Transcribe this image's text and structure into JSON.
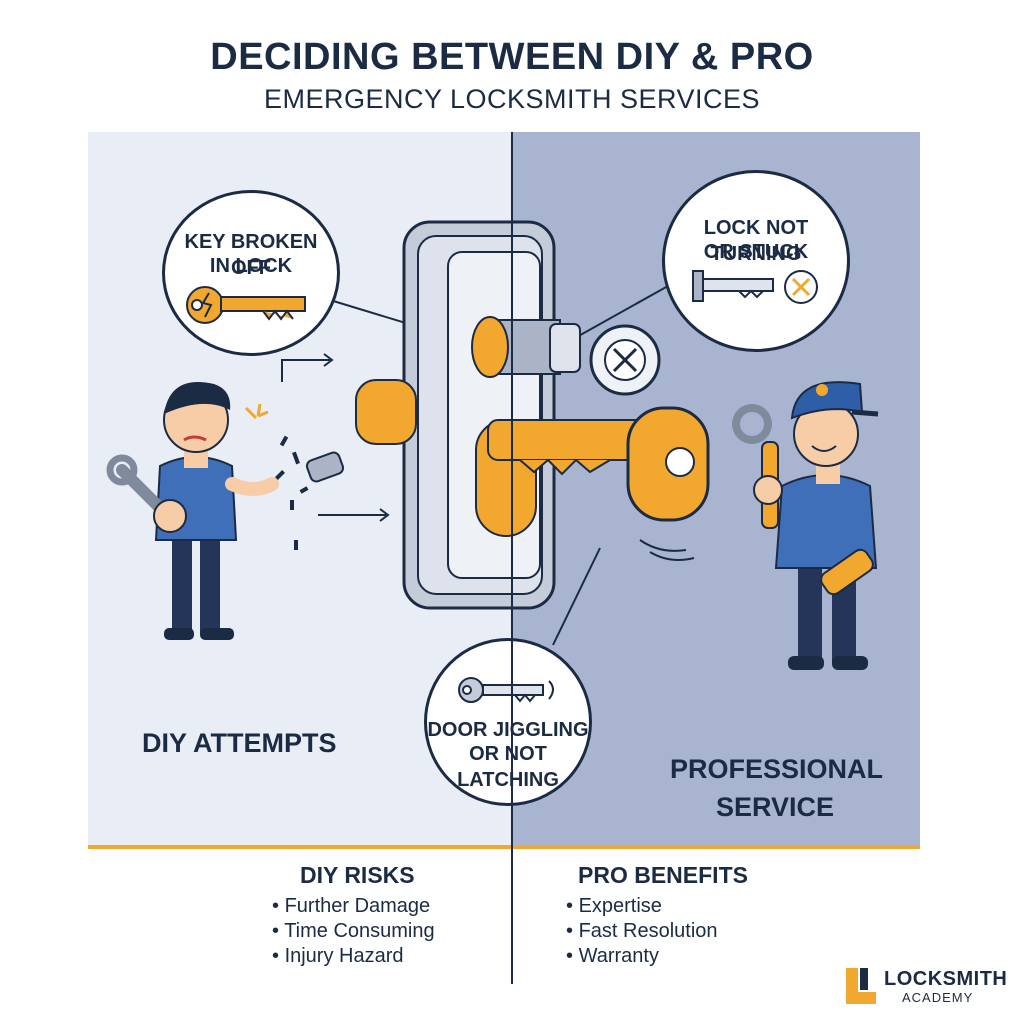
{
  "title": {
    "line1": "DECIDING BETWEEN DIY & PRO",
    "line2": "EMERGENCY LOCKSMITH SERVICES"
  },
  "left_panel": {
    "label": "DIY ATTEMPTS"
  },
  "right_panel": {
    "label_line1": "PROFESSIONAL",
    "label_line2": "SERVICE"
  },
  "callouts": {
    "key_broken": {
      "line1": "KEY BROKEN OFF",
      "line2": "IN LOCK",
      "icon": "broken-key-icon"
    },
    "lock_stuck": {
      "line1": "LOCK NOT TURNING",
      "line2": "OR STUCK",
      "icon": "stuck-key-icon"
    },
    "door_jiggle": {
      "line1": "DOOR JIGGLING",
      "line2": "OR NOT LATCHING",
      "icon": "key-icon"
    }
  },
  "diy_risks": {
    "heading": "DIY RISKS",
    "items": [
      "Further Damage",
      "Time Consuming",
      "Injury Hazard"
    ]
  },
  "pro_benefits": {
    "heading": "PRO BENEFITS",
    "items": [
      "Expertise",
      "Fast Resolution",
      "Warranty"
    ]
  },
  "logo": {
    "name": "LOCKSMITH",
    "sub": "ACADEMY"
  },
  "colors": {
    "navy": "#1c2b44",
    "accent_orange": "#f0a830",
    "left_panel": "#e9edf5",
    "right_panel": "#a9b5d0",
    "shirt_blue": "#3e6fb8"
  }
}
